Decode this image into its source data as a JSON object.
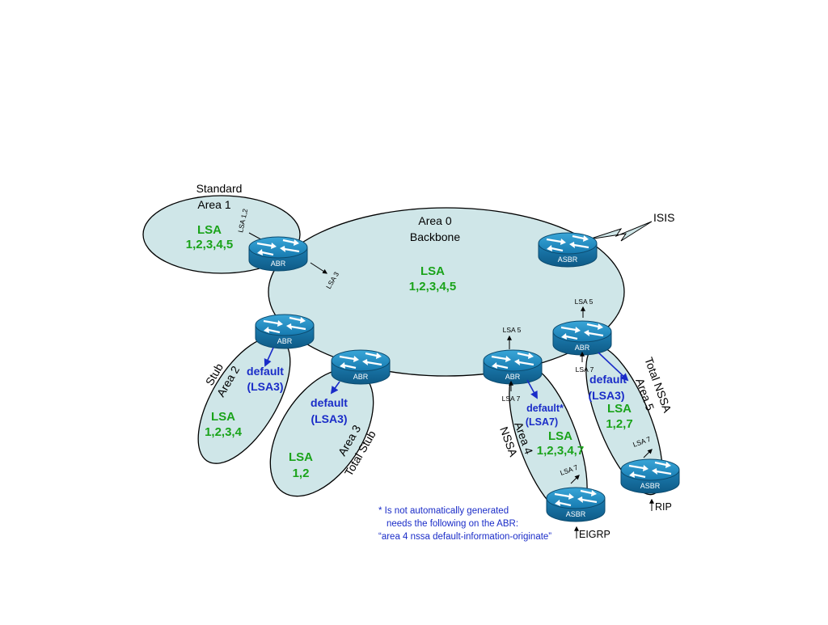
{
  "areas": {
    "area0": {
      "name": "Area 0",
      "sub": "Backbone",
      "lsa_title": "LSA",
      "lsa_list": "1,2,3,4,5"
    },
    "area1": {
      "name": "Standard",
      "sub": "Area 1",
      "lsa_title": "LSA",
      "lsa_list": "1,2,3,4,5"
    },
    "area2": {
      "type": "Stub",
      "name": "Area 2",
      "lsa_title": "LSA",
      "lsa_list": "1,2,3,4"
    },
    "area3": {
      "name": "Area 3",
      "type": "Total Stub",
      "lsa_title": "LSA",
      "lsa_list": "1,2"
    },
    "area4": {
      "name": "Area 4",
      "type": "NSSA",
      "lsa_title": "LSA",
      "lsa_list": "1,2,3,4,7"
    },
    "area5": {
      "type": "Total NSSA",
      "name": "Area 5",
      "lsa_title": "LSA",
      "lsa_list": "1,2,7"
    }
  },
  "routers": {
    "abr": "ABR",
    "asbr": "ASBR"
  },
  "defaults": {
    "area2": {
      "line1": "default",
      "line2": "(LSA3)"
    },
    "area3": {
      "line1": "default",
      "line2": "(LSA3)"
    },
    "area4": {
      "line1": "default*",
      "line2": "(LSA7)"
    },
    "area5": {
      "line1": "default",
      "line2": "(LSA3)"
    }
  },
  "lsa_labels": {
    "lsa12": "LSA 1,2",
    "lsa3": "LSA 3",
    "lsa5": "LSA 5",
    "lsa7": "LSA 7"
  },
  "external": {
    "isis": "ISIS",
    "rip": "RIP",
    "eigrp": "EIGRP"
  },
  "note": {
    "line1": "* Is not automatically generated",
    "line2": "needs the following on the ABR:",
    "line3": "“area 4 nssa default-information-originate”"
  },
  "colors": {
    "area_fill": "#cfe6e8",
    "lsa_green": "#1aa31a",
    "default_blue": "#1a2cc8",
    "router_blue": "#1a7db5"
  }
}
